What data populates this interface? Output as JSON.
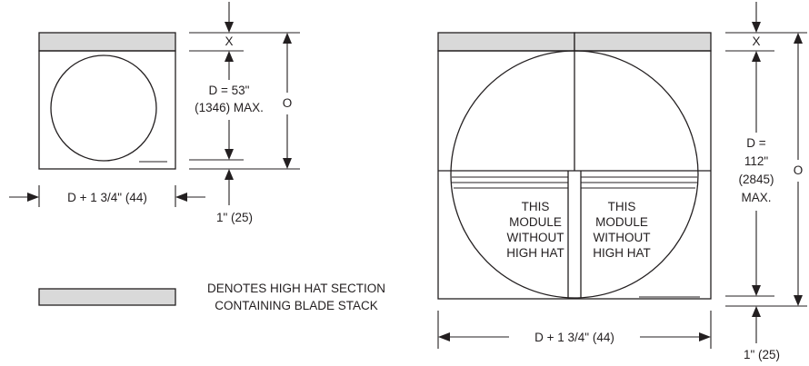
{
  "colors": {
    "line": "#231f20",
    "high_hat_fill": "#d9d9d9",
    "background": "#ffffff"
  },
  "small_damper": {
    "x_label": "X",
    "d_label_line1": "D = 53\"",
    "d_label_line2": "(1346) MAX.",
    "o_label": "O",
    "width_label": "D + 1 3/4\" (44)",
    "bottom_offset_label": "1\" (25)"
  },
  "legend": {
    "line1": "DENOTES HIGH HAT SECTION",
    "line2": "CONTAINING BLADE STACK"
  },
  "large_damper": {
    "x_label": "X",
    "d_label_line1": "D =",
    "d_label_line2": "112\"",
    "d_label_line3": "(2845)",
    "d_label_line4": "MAX.",
    "o_label": "O",
    "width_label": "D + 1 3/4\" (44)",
    "bottom_offset_label": "1\" (25)",
    "left_module_note": [
      "THIS",
      "MODULE",
      "WITHOUT",
      "HIGH HAT"
    ],
    "right_module_note": [
      "THIS",
      "MODULE",
      "WITHOUT",
      "HIGH HAT"
    ]
  }
}
